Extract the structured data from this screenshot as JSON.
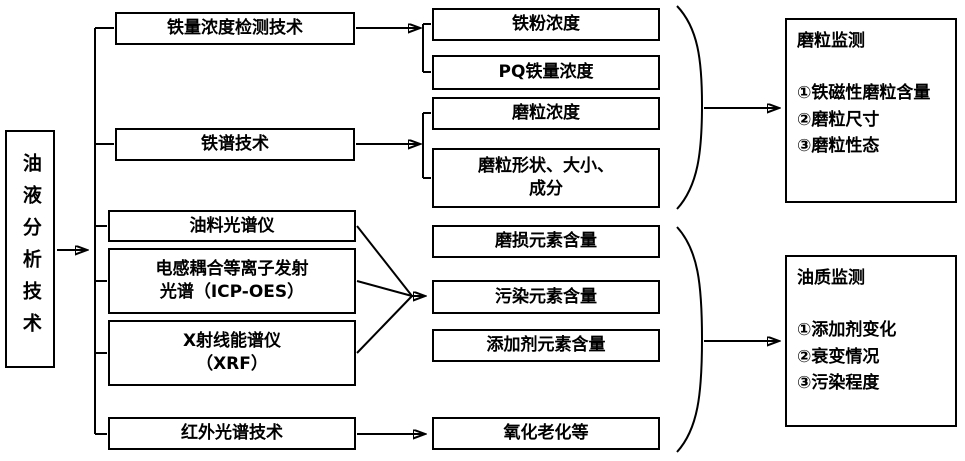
{
  "root": {
    "label": "油液分析技术"
  },
  "techniques": [
    {
      "label": "铁量浓度检测技术"
    },
    {
      "label": "铁谱技术"
    },
    {
      "label": "油料光谱仪"
    },
    {
      "label": "电感耦合等离子发射\n光谱（ICP-OES）"
    },
    {
      "label": "X射线能谱仪\n（XRF）"
    },
    {
      "label": "红外光谱技术"
    }
  ],
  "outputs": [
    {
      "label": "铁粉浓度"
    },
    {
      "label": "PQ铁量浓度"
    },
    {
      "label": "磨粒浓度"
    },
    {
      "label": "磨粒形状、大小、\n成分"
    },
    {
      "label": "磨损元素含量"
    },
    {
      "label": "污染元素含量"
    },
    {
      "label": "添加剂元素含量"
    },
    {
      "label": "氧化老化等"
    }
  ],
  "results": [
    {
      "title": "磨粒监测",
      "items": [
        "①铁磁性磨粒含量",
        "②磨粒尺寸",
        "③磨粒性态"
      ]
    },
    {
      "title": "油质监测",
      "items": [
        "①添加剂变化",
        "②衰变情况",
        "③污染程度"
      ]
    }
  ],
  "colors": {
    "line": "#000000",
    "box_border": "#000000",
    "background": "#ffffff"
  }
}
